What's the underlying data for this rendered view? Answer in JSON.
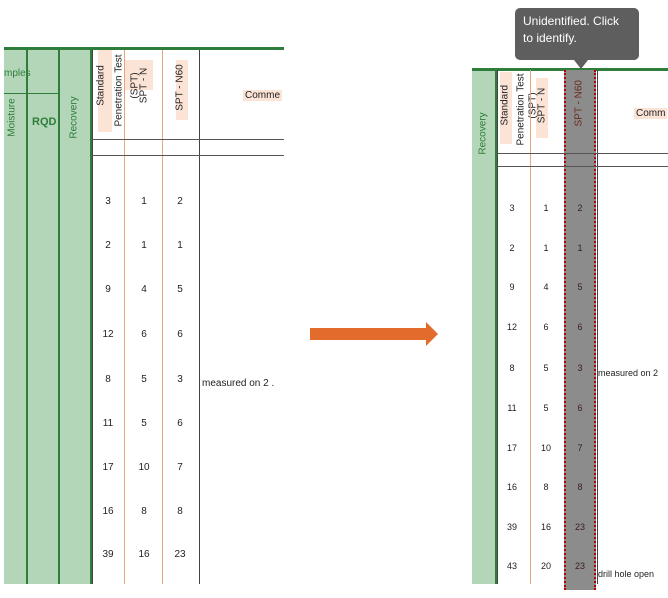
{
  "left_panel": {
    "group_header": "mples",
    "moisture": "Moisture",
    "rqd": "RQD",
    "recovery": "Recovery",
    "spt_title": "Standard Penetration Test (SPT)",
    "spt_title_line1": "Standard",
    "spt_title_line2": "Penetration Test",
    "spt_title_line3": "(SPT)",
    "spt_n": "SPT - N",
    "spt_n60": "SPT - N60",
    "comments": "Comme",
    "rows": [
      {
        "a": "3",
        "b": "1",
        "c": "2",
        "comment": ""
      },
      {
        "a": "2",
        "b": "1",
        "c": "1",
        "comment": ""
      },
      {
        "a": "9",
        "b": "4",
        "c": "5",
        "comment": ""
      },
      {
        "a": "12",
        "b": "6",
        "c": "6",
        "comment": ""
      },
      {
        "a": "8",
        "b": "5",
        "c": "3",
        "comment": "measured on 2 ."
      },
      {
        "a": "11",
        "b": "5",
        "c": "6",
        "comment": ""
      },
      {
        "a": "17",
        "b": "10",
        "c": "7",
        "comment": ""
      },
      {
        "a": "16",
        "b": "8",
        "c": "8",
        "comment": ""
      },
      {
        "a": "39",
        "b": "16",
        "c": "23",
        "comment": ""
      }
    ]
  },
  "right_panel": {
    "recovery": "Recovery",
    "spt_title_line1": "Standard",
    "spt_title_line2": "Penetration Test",
    "spt_title_line3": "(SPT)",
    "spt_n": "SPT - N",
    "spt_n60": "SPT - N60",
    "comments": "Comm",
    "rows": [
      {
        "a": "3",
        "b": "1",
        "c": "2",
        "comment": ""
      },
      {
        "a": "2",
        "b": "1",
        "c": "1",
        "comment": ""
      },
      {
        "a": "9",
        "b": "4",
        "c": "5",
        "comment": ""
      },
      {
        "a": "12",
        "b": "6",
        "c": "6",
        "comment": ""
      },
      {
        "a": "8",
        "b": "5",
        "c": "3",
        "comment": "measured on 2"
      },
      {
        "a": "11",
        "b": "5",
        "c": "6",
        "comment": ""
      },
      {
        "a": "17",
        "b": "10",
        "c": "7",
        "comment": ""
      },
      {
        "a": "16",
        "b": "8",
        "c": "8",
        "comment": ""
      },
      {
        "a": "39",
        "b": "16",
        "c": "23",
        "comment": ""
      },
      {
        "a": "43",
        "b": "20",
        "c": "23",
        "comment": "drill hole open"
      }
    ]
  },
  "tooltip": {
    "text": "Unidentified. Click to identify."
  },
  "colors": {
    "green_fill": "#b3d6b9",
    "green_line": "#2e7d3a",
    "orange_arrow": "#e36c2d",
    "header_peach": "#fbe3d6",
    "selected_gray": "#8c8c8c"
  },
  "icons": {
    "transition_arrow": "right-arrow-icon"
  }
}
